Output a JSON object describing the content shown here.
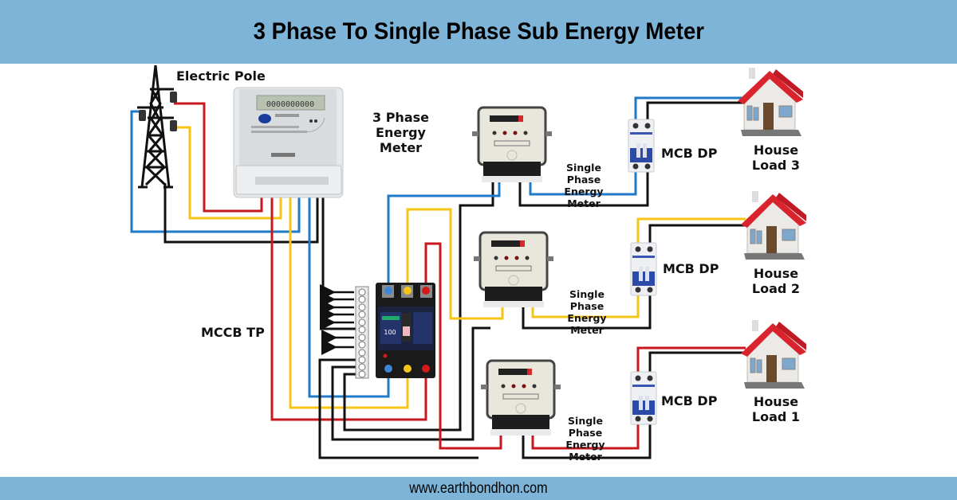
{
  "title": "3 Phase To Single Phase Sub Energy Meter",
  "footer_url": "www.earthbondhon.com",
  "colors": {
    "banner": "#7db4d8",
    "red_phase": "#c8171e",
    "yellow_phase": "#f5c518",
    "blue_phase": "#1f7ac8",
    "neutral": "#111111",
    "roof": "#d9232d",
    "mcb_handle": "#2e4aa8"
  },
  "labels": {
    "electric_pole": "Electric Pole",
    "three_phase_meter_line1": "3 Phase Energy",
    "three_phase_meter_line2": "Meter",
    "mccb": "MCCB TP",
    "mccb_rating": "100",
    "meter_display": "0000000000"
  },
  "branches": [
    {
      "id": "load-3",
      "phase": "blue",
      "meter_label_line1": "Single Phase",
      "meter_label_line2": "Energy Meter",
      "mcb_label": "MCB DP",
      "house_label_line1": "House",
      "house_label_line2": "Load 3"
    },
    {
      "id": "load-2",
      "phase": "yellow",
      "meter_label_line1": "Single Phase",
      "meter_label_line2": "Energy Meter",
      "mcb_label": "MCB DP",
      "house_label_line1": "House",
      "house_label_line2": "Load 2"
    },
    {
      "id": "load-1",
      "phase": "red",
      "meter_label_line1": "Single Phase",
      "meter_label_line2": "Energy Meter",
      "mcb_label": "MCB DP",
      "house_label_line1": "House",
      "house_label_line2": "Load 1"
    }
  ]
}
